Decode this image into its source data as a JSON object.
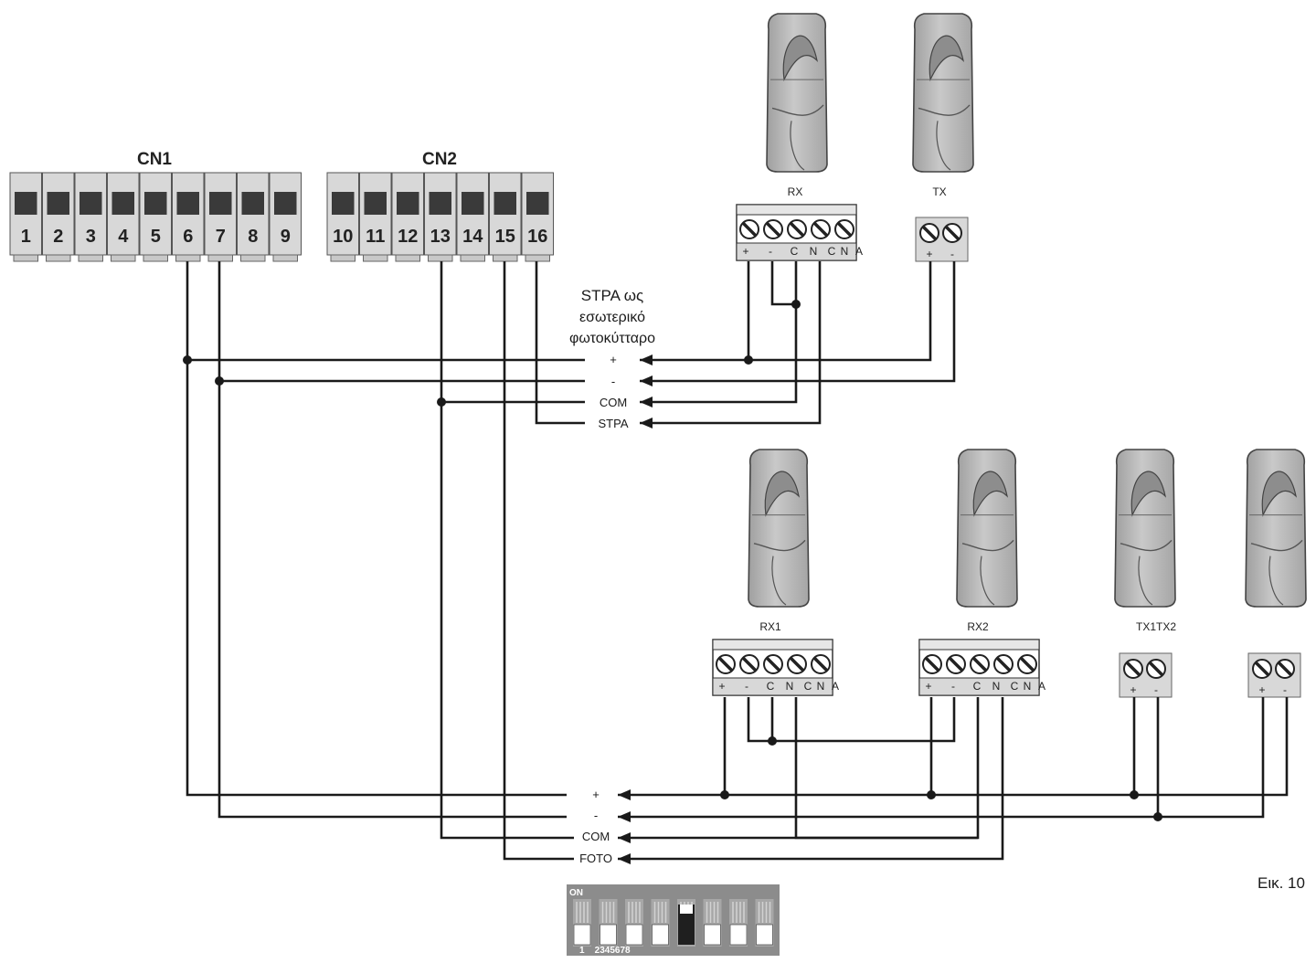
{
  "cn1": {
    "title": "CN1",
    "terminals": [
      "1",
      "2",
      "3",
      "4",
      "5",
      "6",
      "7",
      "8",
      "9"
    ]
  },
  "cn2": {
    "title": "CN2",
    "terminals": [
      "10",
      "11",
      "12",
      "13",
      "14",
      "15",
      "16"
    ]
  },
  "devices": {
    "rx": "RX",
    "tx": "TX",
    "rx1": "RX1",
    "rx2": "RX2",
    "tx1tx2": "TX1TX2"
  },
  "rx_terminals": [
    "+",
    "-",
    "C",
    "N",
    "C",
    "N",
    "A"
  ],
  "tx_terminals": [
    "+",
    "-"
  ],
  "stpa_note": [
    "STPA ως",
    "εσωτερικό",
    "φωτοκύτταρο"
  ],
  "bus_top": [
    "+",
    "-",
    "COM",
    "STPA"
  ],
  "bus_bottom": [
    "+",
    "-",
    "COM",
    "FOTO"
  ],
  "dip": {
    "on": "ON",
    "numbers": "1    2345678"
  },
  "figure_label": "Εικ. 10",
  "colors": {
    "wire": "#1a1a1a",
    "terminal_body": "#d6d6d6",
    "terminal_window": "#3a3a3a",
    "sensor": "#b9b9b9",
    "dip_body": "#8c8c8c"
  },
  "icons": [
    "photocell-rx-icon",
    "photocell-tx-icon",
    "screw-terminal-icon",
    "dip-switch-icon"
  ]
}
